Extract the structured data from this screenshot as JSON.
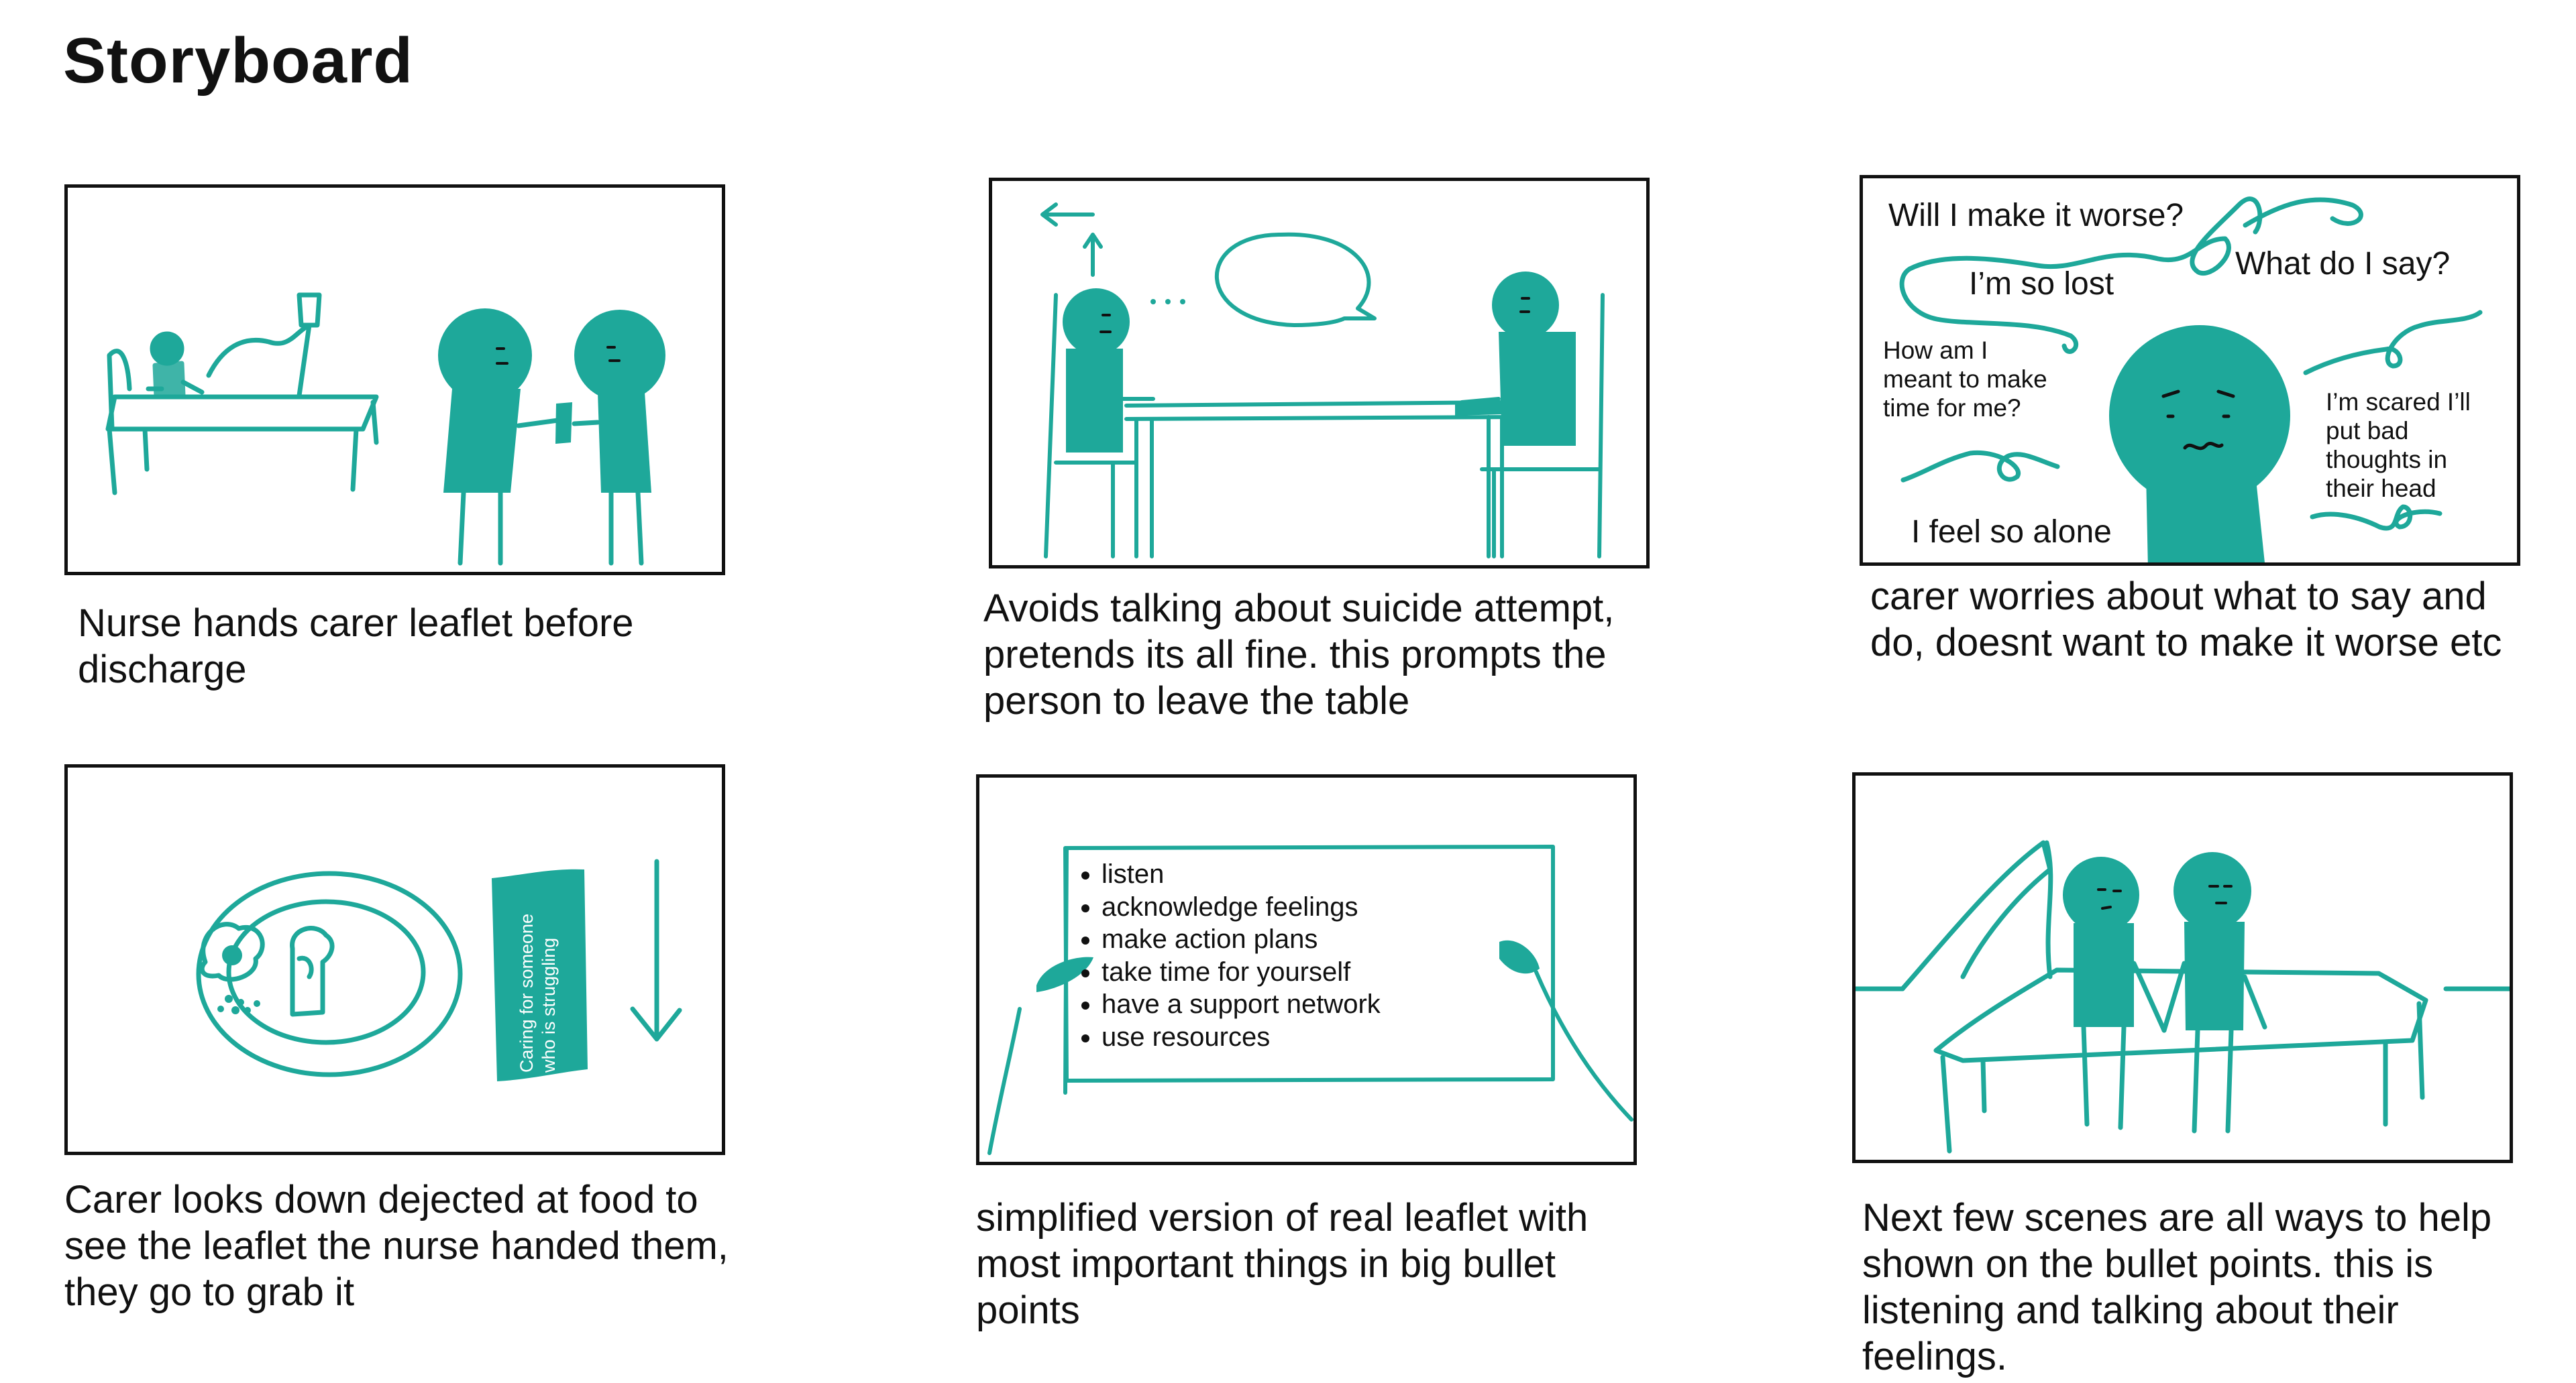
{
  "title": "Storyboard",
  "colors": {
    "accent": "#1ea89a",
    "ink": "#111111",
    "background": "#ffffff"
  },
  "panels": [
    {
      "caption": "Nurse hands carer leaflet before discharge"
    },
    {
      "caption": "Avoids talking about suicide attempt, pretends its all fine. this prompts the person to leave the table"
    },
    {
      "caption": "carer worries about what to say and do, doesnt want to make it worse etc",
      "thoughts": [
        "Will I make it worse?",
        "I’m so lost",
        "What do I say?",
        "How am I meant to make time for me?",
        "I’m scared I’ll put bad thoughts in their head",
        "I feel so alone"
      ]
    },
    {
      "caption": "Carer looks down dejected at food to see the leaflet the nurse handed them, they go to grab it",
      "leaflet_text": "Caring for someone who is struggling"
    },
    {
      "caption": "simplified version of real leaflet with most important things in big bullet points",
      "bullets": [
        "listen",
        "acknowledge feelings",
        "make action plans",
        "take time for yourself",
        "have a support network",
        "use resources"
      ]
    },
    {
      "caption": "Next few scenes are all ways to help shown on the bullet points. this is listening and talking about their feelings."
    }
  ]
}
